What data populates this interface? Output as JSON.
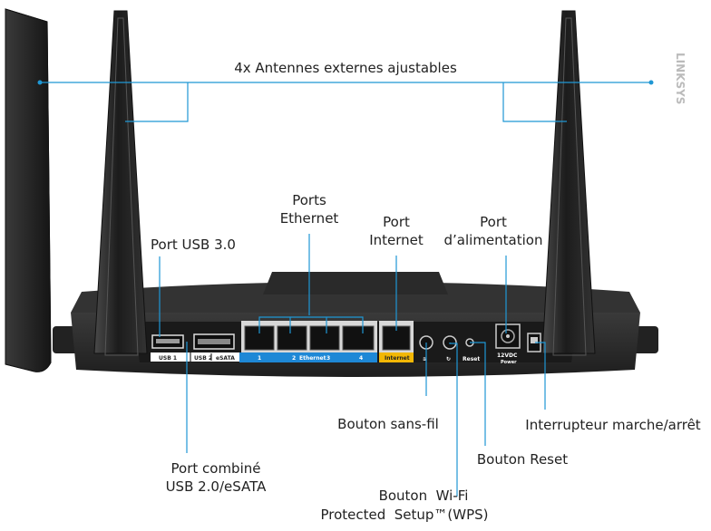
{
  "labels": {
    "antennas": "4x Antennes externes ajustables",
    "ethernet_ports_l1": "Ports",
    "ethernet_ports_l2": "Ethernet",
    "internet_port_l1": "Port",
    "internet_port_l2": "Internet",
    "power_port_l1": "Port",
    "power_port_l2": "d’alimentation",
    "usb3_port": "Port USB 3.0",
    "wireless_button": "Bouton sans-fil",
    "power_switch": "Interrupteur marche/arrêt",
    "reset_button": "Bouton Reset",
    "combo_port_l1": "Port combiné",
    "combo_port_l2": "USB 2.0/eSATA",
    "wps_button_l1": "Bouton  Wi-Fi",
    "wps_button_l2": "Protected  Setup™(WPS)"
  },
  "panel": {
    "usb1": "USB 1",
    "usb2": "USB 2",
    "esata": "eSATA",
    "eth1": "1",
    "eth2": "2",
    "ethernet": "Ethernet",
    "eth3": "3",
    "eth4": "4",
    "internet": "Internet",
    "reset": "Reset",
    "voltage": "12VDC",
    "power": "Power"
  },
  "brand": "LINKSYS",
  "colors": {
    "callout": "#1f97d4",
    "ethernet_strip": "#1e88d6",
    "internet_strip": "#f2b705",
    "body": "#2b2b2b"
  }
}
